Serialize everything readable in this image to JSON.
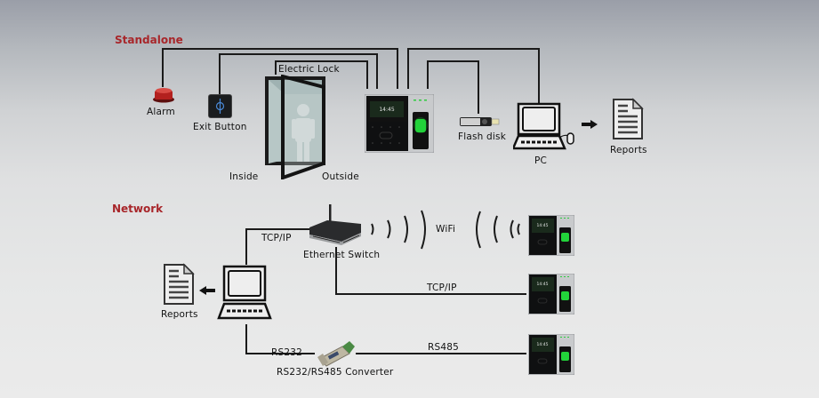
{
  "sections": {
    "standalone": {
      "title": "Standalone"
    },
    "network": {
      "title": "Network"
    }
  },
  "standalone": {
    "alarm": "Alarm",
    "exit_button": "Exit Button",
    "electric_lock": "Electric Lock",
    "inside": "Inside",
    "outside": "Outside",
    "flash_disk": "Flash disk",
    "pc": "PC",
    "reports": "Reports",
    "terminal_time": "14:45"
  },
  "network": {
    "tcpip_switch": "TCP/IP",
    "ethernet_switch": "Ethernet Switch",
    "wifi": "WiFi",
    "tcpip_terminal": "TCP/IP",
    "reports": "Reports",
    "rs232": "RS232",
    "rs485": "RS485",
    "converter": "RS232/RS485 Converter",
    "terminal_time": "14:45"
  },
  "colors": {
    "section_title": "#a8262a",
    "alarm": "#b0201e",
    "fingerprint_led": "#22d33a"
  }
}
